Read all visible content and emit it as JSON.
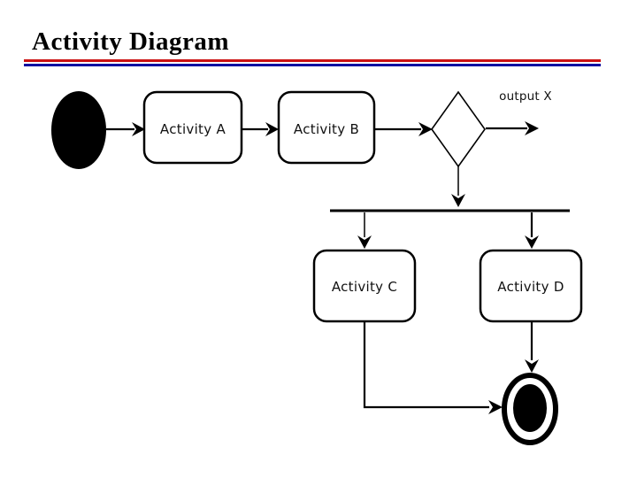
{
  "slide": {
    "title": "Activity Diagram",
    "rule_colors": {
      "red": "#cc1111",
      "blue": "#1111a0"
    },
    "background": "#ffffff",
    "ink": "#000000"
  },
  "diagram": {
    "type": "uml-activity-diagram",
    "start_node": {
      "shape": "filled-ellipse"
    },
    "nodes": {
      "activity_a": {
        "label": "Activity A"
      },
      "activity_b": {
        "label": "Activity B"
      },
      "activity_c": {
        "label": "Activity C"
      },
      "activity_d": {
        "label": "Activity D"
      }
    },
    "decision_node": {
      "shape": "diamond"
    },
    "fork_bar": {
      "shape": "horizontal-bar"
    },
    "end_node": {
      "shape": "bullseye"
    },
    "annotations": {
      "output_label": "output X"
    },
    "flows": [
      "start -> activity_a",
      "activity_a -> activity_b",
      "activity_b -> decision",
      "decision -> output X",
      "decision -> fork",
      "fork -> activity_c",
      "fork -> activity_d",
      "activity_c -> end",
      "activity_d -> end"
    ]
  }
}
